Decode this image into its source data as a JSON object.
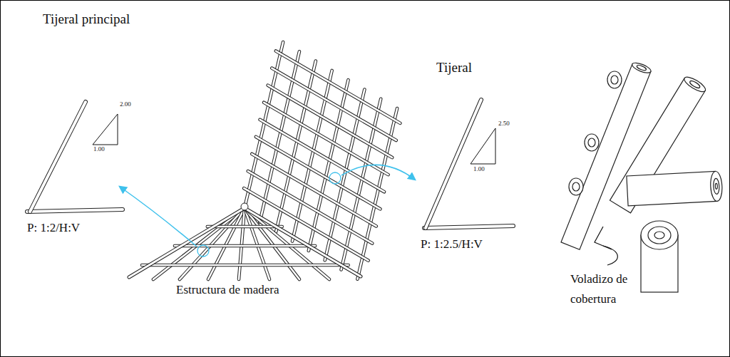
{
  "diagram": {
    "labels": [
      "Tijeral principal",
      "2.00",
      "1.00",
      "P: 1:2/H:V",
      "Estructura de madera",
      "Tijeral",
      "2.50",
      "1.00",
      "P: 1:2.5/H:V",
      "Voladizo de cobertura"
    ]
  }
}
